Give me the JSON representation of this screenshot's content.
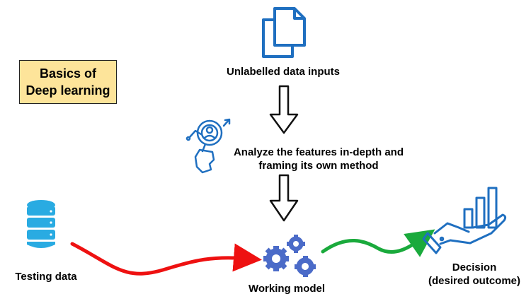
{
  "title": {
    "line1": "Basics of",
    "line2": "Deep learning"
  },
  "colors": {
    "title_bg": "#fde49a",
    "icon_blue": "#1f6fc0",
    "gear_blue": "#4b6bc8",
    "db_blue": "#29abe2",
    "red_arrow": "#ee1111",
    "green_arrow": "#1aaa3c"
  },
  "nodes": {
    "input": {
      "label": "Unlabelled data inputs",
      "icon": "documents-icon"
    },
    "analyze": {
      "line1": "Analyze the features in-depth and",
      "line2": "framing its own method",
      "icon": "magnifier-hand-icon"
    },
    "model": {
      "label": "Working model",
      "icon": "gears-icon"
    },
    "testing": {
      "label": "Testing data",
      "icon": "database-icon"
    },
    "decision": {
      "line1": "Decision",
      "line2": "(desired outcome)",
      "icon": "hand-chart-icon"
    }
  }
}
